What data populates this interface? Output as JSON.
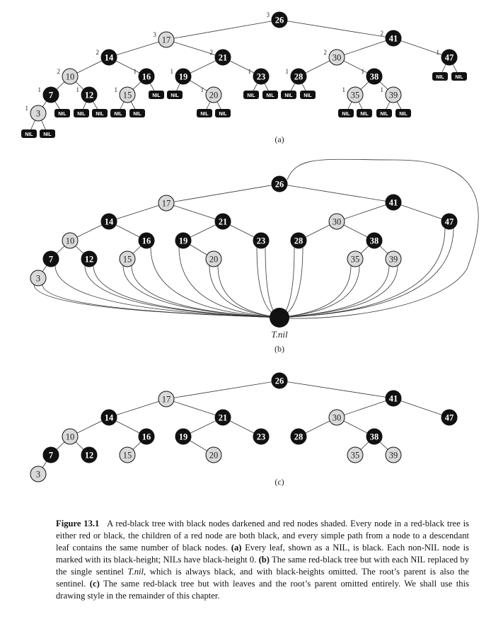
{
  "diagram_a": {
    "label": "(a)",
    "nil_label": "NIL",
    "nodes": [
      {
        "id": "26",
        "key": "26",
        "color": "black",
        "bh": "3"
      },
      {
        "id": "17",
        "key": "17",
        "color": "red",
        "bh": "3"
      },
      {
        "id": "41",
        "key": "41",
        "color": "black",
        "bh": "2"
      },
      {
        "id": "14",
        "key": "14",
        "color": "black",
        "bh": "2"
      },
      {
        "id": "21",
        "key": "21",
        "color": "black",
        "bh": "2"
      },
      {
        "id": "30",
        "key": "30",
        "color": "red",
        "bh": "2"
      },
      {
        "id": "47",
        "key": "47",
        "color": "black",
        "bh": "1"
      },
      {
        "id": "10",
        "key": "10",
        "color": "red",
        "bh": "2"
      },
      {
        "id": "16",
        "key": "16",
        "color": "black",
        "bh": "1"
      },
      {
        "id": "19",
        "key": "19",
        "color": "black",
        "bh": "1"
      },
      {
        "id": "23",
        "key": "23",
        "color": "black",
        "bh": "1"
      },
      {
        "id": "28",
        "key": "28",
        "color": "black",
        "bh": "1"
      },
      {
        "id": "38",
        "key": "38",
        "color": "black",
        "bh": "1"
      },
      {
        "id": "7",
        "key": "7",
        "color": "black",
        "bh": "1"
      },
      {
        "id": "12",
        "key": "12",
        "color": "black",
        "bh": "1"
      },
      {
        "id": "15",
        "key": "15",
        "color": "red",
        "bh": "1"
      },
      {
        "id": "20",
        "key": "20",
        "color": "red",
        "bh": "1"
      },
      {
        "id": "35",
        "key": "35",
        "color": "red",
        "bh": "1"
      },
      {
        "id": "39",
        "key": "39",
        "color": "red",
        "bh": "1"
      },
      {
        "id": "3",
        "key": "3",
        "color": "red",
        "bh": "1"
      }
    ]
  },
  "diagram_b": {
    "label": "(b)",
    "sentinel_label": "T.nil"
  },
  "diagram_c": {
    "label": "(c)"
  },
  "caption": {
    "figure": "Figure 13.1",
    "part1": "A red-black tree with black nodes darkened and red nodes shaded. Every node in a red-black tree is either red or black, the children of a red node are both black, and every simple path from a node to a descendant leaf contains the same number of black nodes.",
    "a_label": "(a)",
    "part2": "Every leaf, shown as a",
    "nil1": "NIL",
    "part3": ", is black. Each non-",
    "nil2": "NIL",
    "part4": "node is marked with its black-height;",
    "nil3": "NIL",
    "part5": "s have black-height 0.",
    "b_label": "(b)",
    "part6": "The same red-black tree but with each",
    "nil4": "NIL",
    "part7": "replaced by the single sentinel",
    "sentinel": "T.nil",
    "part8": ", which is always black, and with black-heights omitted. The root’s parent is also the sentinel.",
    "c_label": "(c)",
    "part9": "The same red-black tree but with leaves and the root’s parent omitted entirely. We shall use this drawing style in the remainder of this chapter."
  },
  "colors": {
    "black_node": "#111111",
    "red_node": "#d9d9d9",
    "edge": "#333333",
    "nil_fill": "#111111"
  }
}
